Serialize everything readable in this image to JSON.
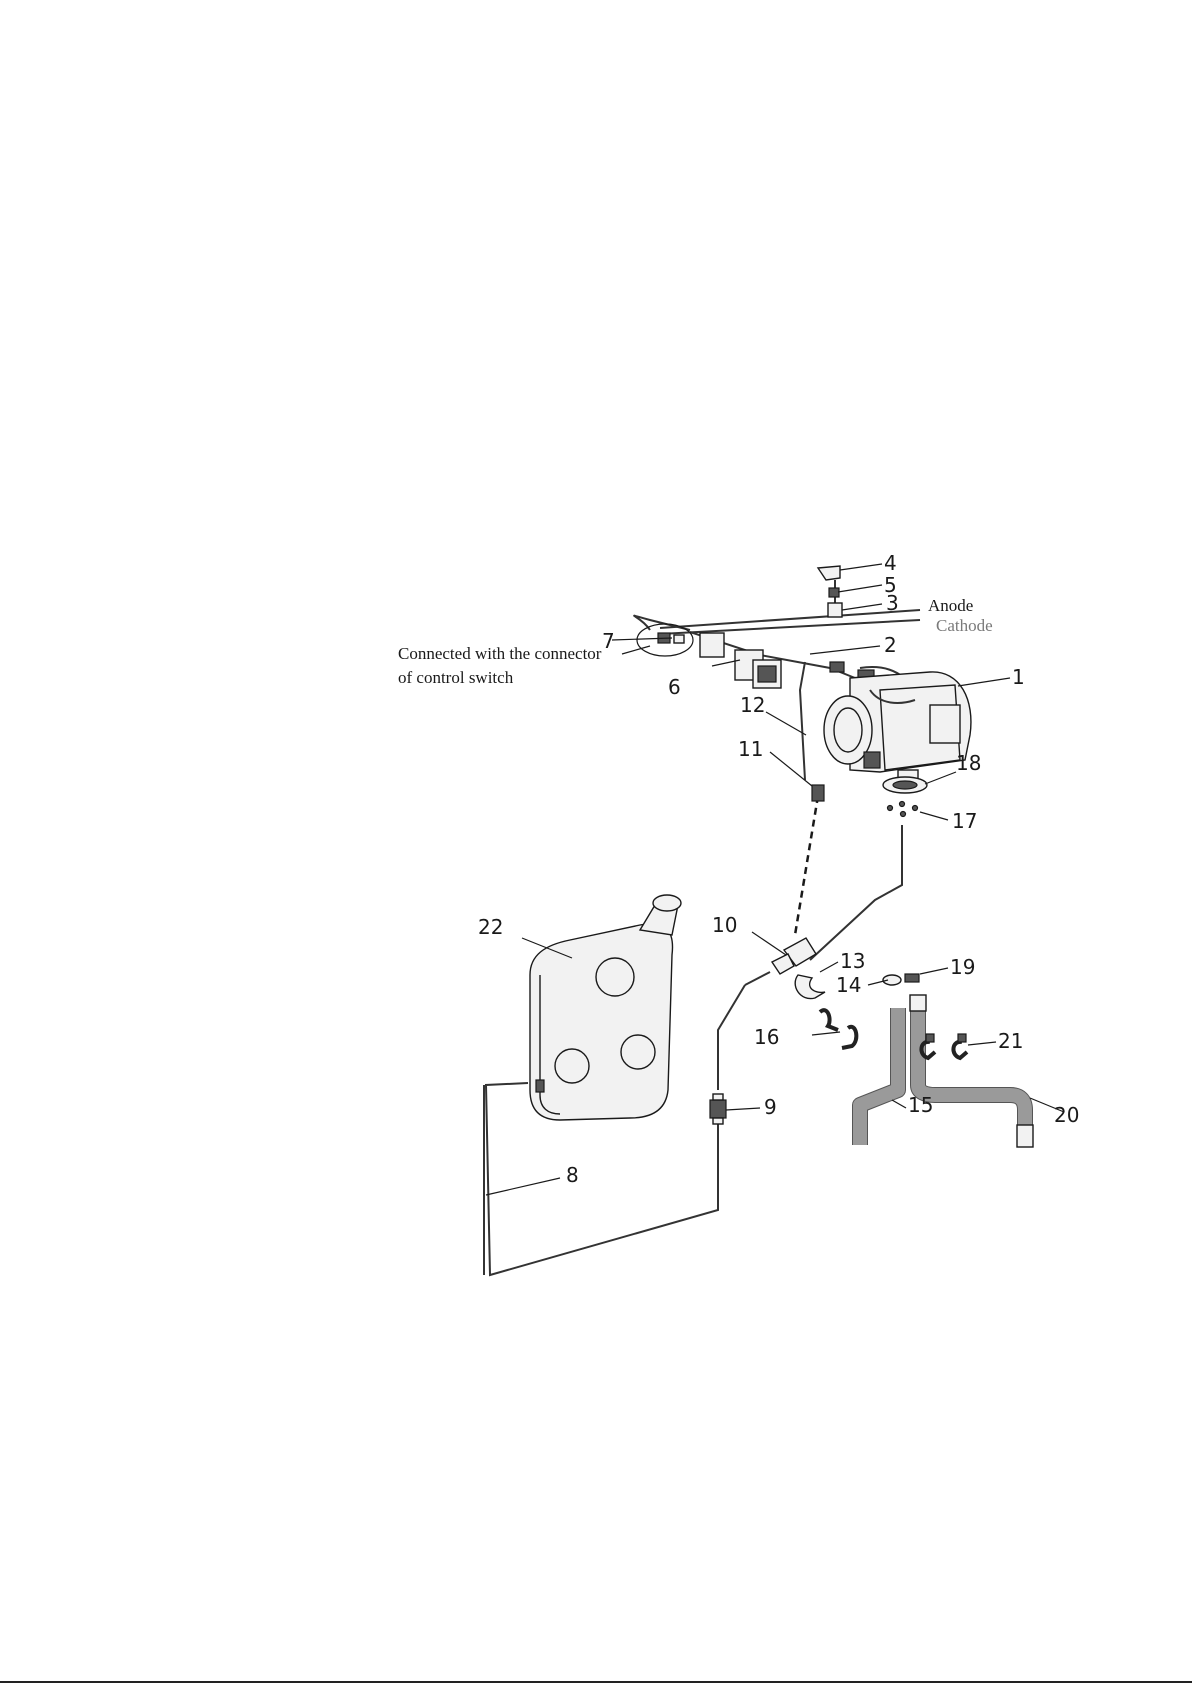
{
  "labels": {
    "p1": "1",
    "p2": "2",
    "p3": "3",
    "p4": "4",
    "p5": "5",
    "p6": "6",
    "p7": "7",
    "p8": "8",
    "p9": "9",
    "p10": "10",
    "p11": "11",
    "p12": "12",
    "p13": "13",
    "p14": "14",
    "p15": "15",
    "p16": "16",
    "p17": "17",
    "p18": "18",
    "p19": "19",
    "p20": "20",
    "p21": "21",
    "p22": "22"
  },
  "notes": {
    "anode": "Anode",
    "cathode": "Cathode",
    "connector_line1": "Connected with the connector",
    "connector_line2": "of control switch"
  }
}
